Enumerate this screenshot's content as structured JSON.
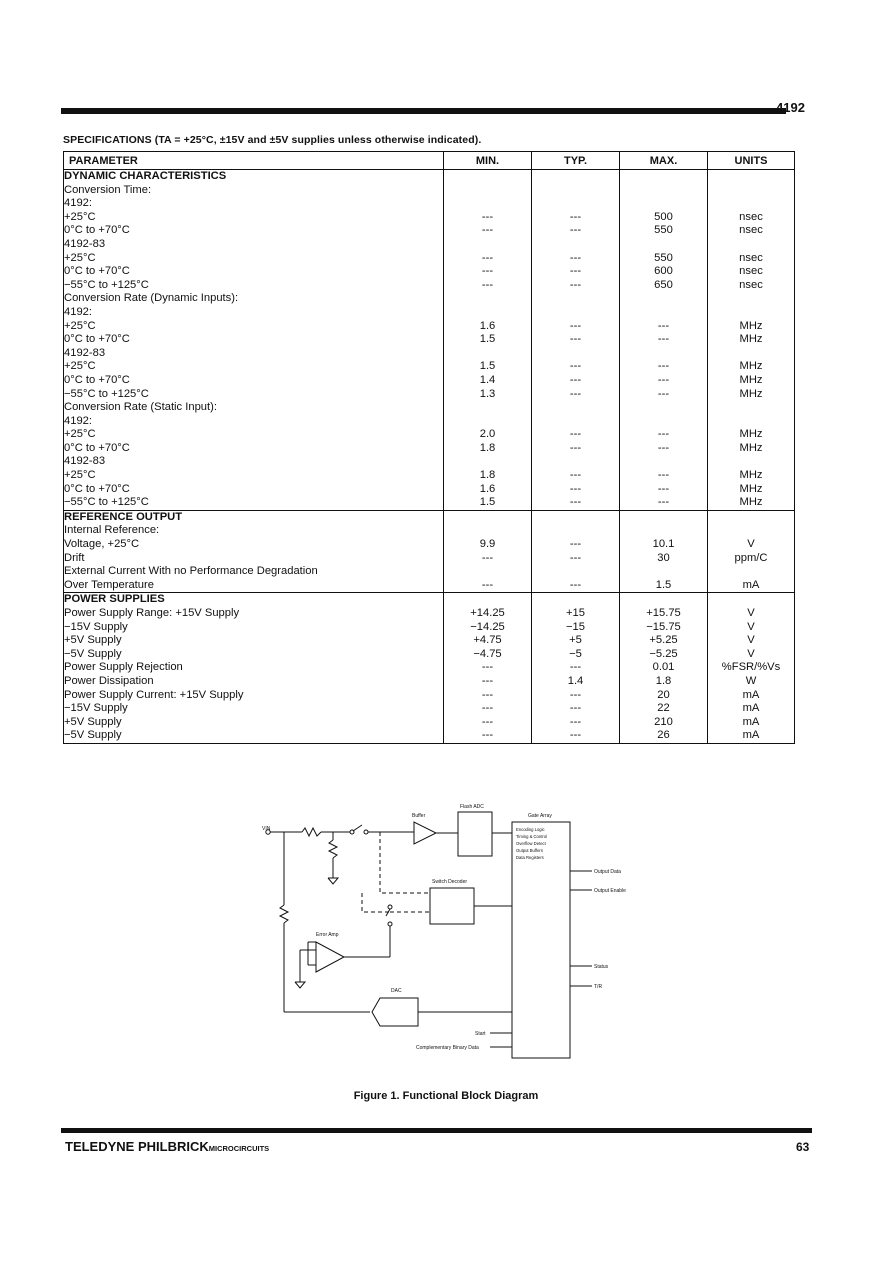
{
  "header": {
    "part_number": "4192"
  },
  "spec_title": "SPECIFICATIONS (TA = +25°C, ±15V and ±5V supplies unless otherwise indicated).",
  "table": {
    "headers": [
      "PARAMETER",
      "MIN.",
      "TYP.",
      "MAX.",
      "UNITS"
    ],
    "rows": [
      {
        "p": "DYNAMIC CHARACTERISTICS",
        "min": "",
        "typ": "",
        "max": "",
        "unit": ""
      },
      {
        "p": "Conversion Time:",
        "min": "",
        "typ": "",
        "max": "",
        "unit": ""
      },
      {
        "p": "4192:",
        "min": "",
        "typ": "",
        "max": "",
        "unit": ""
      },
      {
        "p": "+25°C",
        "min": "---",
        "typ": "---",
        "max": "500",
        "unit": "nsec"
      },
      {
        "p": "0°C to +70°C",
        "min": "---",
        "typ": "---",
        "max": "550",
        "unit": "nsec"
      },
      {
        "p": "4192-83",
        "min": "",
        "typ": "",
        "max": "",
        "unit": ""
      },
      {
        "p": "+25°C",
        "min": "---",
        "typ": "---",
        "max": "550",
        "unit": "nsec"
      },
      {
        "p": "0°C to +70°C",
        "min": "---",
        "typ": "---",
        "max": "600",
        "unit": "nsec"
      },
      {
        "p": "−55°C to +125°C",
        "min": "---",
        "typ": "---",
        "max": "650",
        "unit": "nsec"
      },
      {
        "p": "Conversion Rate (Dynamic Inputs):",
        "min": "",
        "typ": "",
        "max": "",
        "unit": ""
      },
      {
        "p": "4192:",
        "min": "",
        "typ": "",
        "max": "",
        "unit": ""
      },
      {
        "p": "+25°C",
        "min": "1.6",
        "typ": "---",
        "max": "---",
        "unit": "MHz"
      },
      {
        "p": "0°C to +70°C",
        "min": "1.5",
        "typ": "---",
        "max": "---",
        "unit": "MHz"
      },
      {
        "p": "4192-83",
        "min": "",
        "typ": "",
        "max": "",
        "unit": ""
      },
      {
        "p": "+25°C",
        "min": "1.5",
        "typ": "---",
        "max": "---",
        "unit": "MHz"
      },
      {
        "p": "0°C to +70°C",
        "min": "1.4",
        "typ": "---",
        "max": "---",
        "unit": "MHz"
      },
      {
        "p": "−55°C to +125°C",
        "min": "1.3",
        "typ": "---",
        "max": "---",
        "unit": "MHz"
      },
      {
        "p": "Conversion Rate (Static Input):",
        "min": "",
        "typ": "",
        "max": "",
        "unit": ""
      },
      {
        "p": "4192:",
        "min": "",
        "typ": "",
        "max": "",
        "unit": ""
      },
      {
        "p": "+25°C",
        "min": "2.0",
        "typ": "---",
        "max": "---",
        "unit": "MHz"
      },
      {
        "p": "0°C to +70°C",
        "min": "1.8",
        "typ": "---",
        "max": "---",
        "unit": "MHz"
      },
      {
        "p": "4192-83",
        "min": "",
        "typ": "",
        "max": "",
        "unit": ""
      },
      {
        "p": "+25°C",
        "min": "1.8",
        "typ": "---",
        "max": "---",
        "unit": "MHz"
      },
      {
        "p": "0°C to +70°C",
        "min": "1.6",
        "typ": "---",
        "max": "---",
        "unit": "MHz"
      },
      {
        "p": "−55°C to +125°C",
        "min": "1.5",
        "typ": "---",
        "max": "---",
        "unit": "MHz"
      },
      {
        "p": "REFERENCE OUTPUT",
        "min": "",
        "typ": "",
        "max": "",
        "unit": ""
      },
      {
        "p": "Internal Reference:",
        "min": "",
        "typ": "",
        "max": "",
        "unit": ""
      },
      {
        "p": "Voltage, +25°C",
        "min": "9.9",
        "typ": "---",
        "max": "10.1",
        "unit": "V"
      },
      {
        "p": "Drift",
        "min": "---",
        "typ": "---",
        "max": "30",
        "unit": "ppm/C"
      },
      {
        "p": "External Current With no Performance Degradation",
        "min": "",
        "typ": "",
        "max": "",
        "unit": ""
      },
      {
        "p": "Over Temperature",
        "min": "---",
        "typ": "---",
        "max": "1.5",
        "unit": "mA"
      },
      {
        "p": "POWER SUPPLIES",
        "min": "",
        "typ": "",
        "max": "",
        "unit": ""
      },
      {
        "p": "Power Supply Range: +15V Supply",
        "min": "+14.25",
        "typ": "+15",
        "max": "+15.75",
        "unit": "V"
      },
      {
        "p": "−15V Supply",
        "min": "−14.25",
        "typ": "−15",
        "max": "−15.75",
        "unit": "V"
      },
      {
        "p": "+5V Supply",
        "min": "+4.75",
        "typ": "+5",
        "max": "+5.25",
        "unit": "V"
      },
      {
        "p": "−5V Supply",
        "min": "−4.75",
        "typ": "−5",
        "max": "−5.25",
        "unit": "V"
      },
      {
        "p": "Power Supply Rejection",
        "min": "---",
        "typ": "---",
        "max": "0.01",
        "unit": "%FSR/%Vs"
      },
      {
        "p": "Power Dissipation",
        "min": "---",
        "typ": "1.4",
        "max": "1.8",
        "unit": "W"
      },
      {
        "p": "Power Supply Current: +15V Supply",
        "min": "---",
        "typ": "---",
        "max": "20",
        "unit": "mA"
      },
      {
        "p": "−15V Supply",
        "min": "---",
        "typ": "---",
        "max": "22",
        "unit": "mA"
      },
      {
        "p": "+5V Supply",
        "min": "---",
        "typ": "---",
        "max": "210",
        "unit": "mA"
      },
      {
        "p": "−5V Supply",
        "min": "---",
        "typ": "---",
        "max": "26",
        "unit": "mA"
      }
    ]
  },
  "diagram": {
    "vin": "VIN",
    "buffer": "Buffer",
    "flash_adc": "Flash ADC",
    "gate_array": "Gate Array",
    "gate_items": [
      "Encoding Logic",
      "Timing & Control",
      "Overflow Detect",
      "Output Buffers",
      "Data Registers"
    ],
    "switch_decoder": "Switch Decoder",
    "error_amp": "Error Amp",
    "dac": "DAC",
    "outputs": [
      "Output Data",
      "Output Enable",
      "Status",
      "T/R"
    ],
    "inputs": [
      "Start",
      "Complementary Binary Data"
    ]
  },
  "caption": "Figure 1. Functional Block Diagram",
  "footer": {
    "brand": "TELEDYNE PHILBRICK",
    "brand_small": "MICROCIRCUITS",
    "page": "63"
  }
}
